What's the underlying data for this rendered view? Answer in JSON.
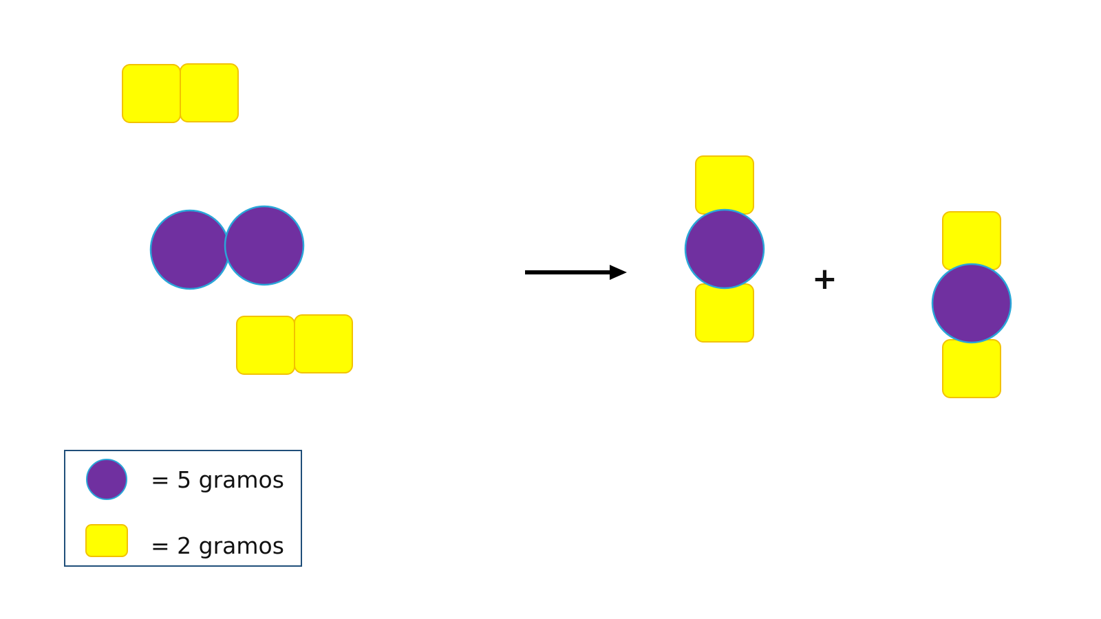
{
  "colors": {
    "circle_fill": "#7030a0",
    "circle_stroke": "#2aa6d8",
    "square_fill": "#ffff00",
    "square_stroke": "#f2c200",
    "arrow": "#000000",
    "legend_border": "#1f4e79"
  },
  "reactants": {
    "square_pairs": 2,
    "circle_pairs": 1
  },
  "arrow": {
    "icon": "right-arrow-icon"
  },
  "operator": {
    "plus": "+"
  },
  "products": {
    "molecules": 2,
    "composition": "square-circle-square"
  },
  "legend": {
    "circle_label": "= 5 gramos",
    "square_label": "= 2 gramos"
  }
}
